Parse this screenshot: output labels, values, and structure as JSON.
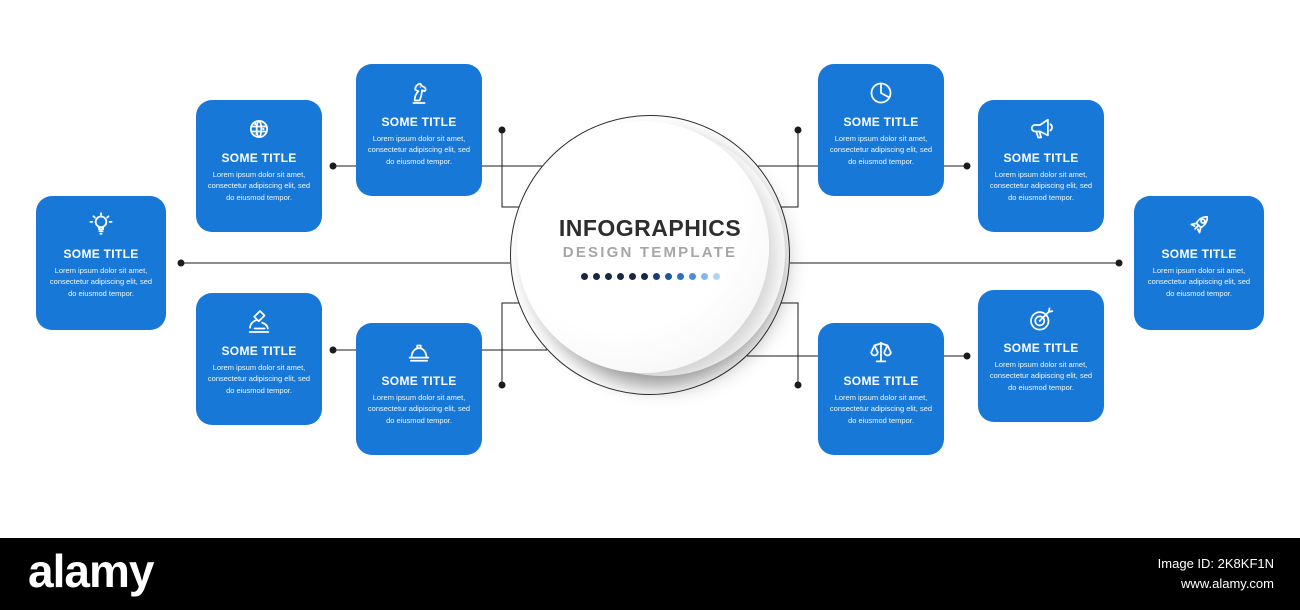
{
  "center": {
    "title": "INFOGRAPHICS",
    "subtitle": "DESIGN TEMPLATE",
    "dot_colors": [
      "#16273f",
      "#16273f",
      "#16273f",
      "#16273f",
      "#16273f",
      "#16273f",
      "#1b3d6b",
      "#1f5898",
      "#2a72bd",
      "#4b8fd2",
      "#86b7e6",
      "#b4d3f0"
    ]
  },
  "cards": [
    {
      "icon": "lightbulb-icon",
      "title": "SOME TITLE",
      "body": "Lorem ipsum dolor sit amet, consectetur adipiscing elit, sed do eiusmod tempor."
    },
    {
      "icon": "brainstorm-icon",
      "title": "SOME TITLE",
      "body": "Lorem ipsum dolor sit amet, consectetur adipiscing elit, sed do eiusmod tempor."
    },
    {
      "icon": "microscope-icon",
      "title": "SOME TITLE",
      "body": "Lorem ipsum dolor sit amet, consectetur adipiscing elit, sed do eiusmod tempor."
    },
    {
      "icon": "chess-knight-icon",
      "title": "SOME TITLE",
      "body": "Lorem ipsum dolor sit amet, consectetur adipiscing elit, sed do eiusmod tempor."
    },
    {
      "icon": "hard-hat-icon",
      "title": "SOME TITLE",
      "body": "Lorem ipsum dolor sit amet, consectetur adipiscing elit, sed do eiusmod tempor."
    },
    {
      "icon": "pie-chart-icon",
      "title": "SOME TITLE",
      "body": "Lorem ipsum dolor sit amet, consectetur adipiscing elit, sed do eiusmod tempor."
    },
    {
      "icon": "scales-icon",
      "title": "SOME TITLE",
      "body": "Lorem ipsum dolor sit amet, consectetur adipiscing elit, sed do eiusmod tempor."
    },
    {
      "icon": "megaphone-icon",
      "title": "SOME TITLE",
      "body": "Lorem ipsum dolor sit amet, consectetur adipiscing elit, sed do eiusmod tempor."
    },
    {
      "icon": "target-icon",
      "title": "SOME TITLE",
      "body": "Lorem ipsum dolor sit amet, consectetur adipiscing elit, sed do eiusmod tempor."
    },
    {
      "icon": "rocket-icon",
      "title": "SOME TITLE",
      "body": "Lorem ipsum dolor sit amet, consectetur adipiscing elit, sed do eiusmod tempor."
    }
  ],
  "colors": {
    "card_blue": "#1878d8",
    "line": "#1b1b1b"
  },
  "watermark": {
    "brand": "alamy",
    "image_id_label": "Image ID: 2K8KF1N",
    "url": "www.alamy.com"
  }
}
